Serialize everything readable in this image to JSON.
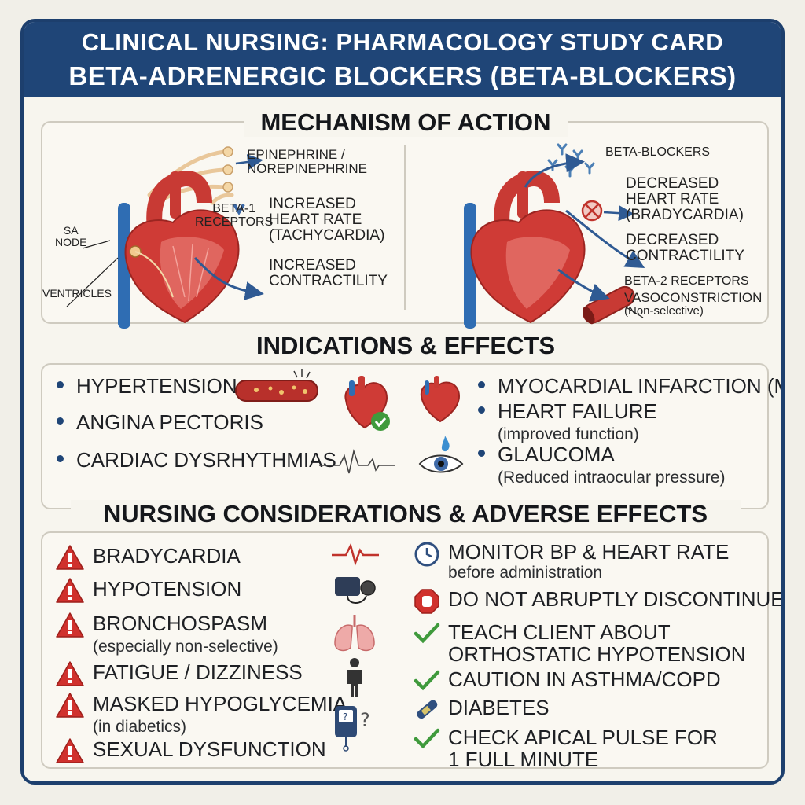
{
  "header": {
    "line1": "CLINICAL NURSING: PHARMACOLOGY STUDY CARD",
    "line2": "BETA-ADRENERGIC BLOCKERS (BETA-BLOCKERS)"
  },
  "mechanism": {
    "title": "MECHANISM OF ACTION",
    "left": {
      "epi_1": "EPINEPHRINE /",
      "epi_2": "NOREPINEPHRINE",
      "beta1_1": "BETA-1",
      "beta1_2": "RECEPTORS",
      "hr_1": "INCREASED",
      "hr_2": "HEART RATE",
      "hr_3": "(TACHYCARDIA)",
      "sa_1": "SA",
      "sa_2": "NODE",
      "contr_1": "INCREASED",
      "contr_2": "CONTRACTILITY",
      "ventricles": "VENTRICLES"
    },
    "right": {
      "bb": "BETA-BLOCKERS",
      "dhr_1": "DECREASED",
      "dhr_2": "HEART RATE",
      "dhr_3": "(BRADYCARDIA)",
      "dcon_1": "DECREASED",
      "dcon_2": "CONTRACTILITY",
      "b2_1": "BETA-2 RECEPTORS",
      "b2_2": "VASOCONSTRICTION",
      "b2_3": "(Non-selective)"
    }
  },
  "indications": {
    "title": "INDICATIONS & EFFECTS",
    "left": [
      "HYPERTENSION",
      "ANGINA PECTORIS",
      "CARDIAC DYSRHYTHMIAS"
    ],
    "right": [
      {
        "main": "MYOCARDIAL INFARCTION (MI)",
        "sub": ""
      },
      {
        "main": "HEART FAILURE",
        "sub": "(improved function)"
      },
      {
        "main": "GLAUCOMA",
        "sub": "(Reduced intraocular pressure)"
      }
    ]
  },
  "nursing": {
    "title": "NURSING CONSIDERATIONS & ADVERSE EFFECTS",
    "adverse": [
      {
        "main": "BRADYCARDIA",
        "sub": ""
      },
      {
        "main": "HYPOTENSION",
        "sub": ""
      },
      {
        "main": "BRONCHOSPASM",
        "sub": "(especially non-selective)"
      },
      {
        "main": "FATIGUE / DIZZINESS",
        "sub": ""
      },
      {
        "main": "MASKED HYPOGLYCEMIA",
        "sub": "(in diabetics)"
      },
      {
        "main": "SEXUAL DYSFUNCTION",
        "sub": ""
      }
    ],
    "actions": [
      {
        "main": "MONITOR BP & HEART RATE",
        "sub": "before administration",
        "icon": "clock-icon"
      },
      {
        "main": "DO NOT ABRUPTLY DISCONTINUE",
        "sub": "",
        "icon": "stop-hand-icon"
      },
      {
        "main": "TEACH CLIENT ABOUT",
        "main2": "ORTHOSTATIC HYPOTENSION",
        "icon": "check-icon"
      },
      {
        "main": "CAUTION IN ASTHMA/COPD",
        "sub": "",
        "icon": "check-icon"
      },
      {
        "main": "DIABETES",
        "sub": "",
        "icon": "insulin-pen-icon"
      },
      {
        "main": "CHECK APICAL PULSE FOR",
        "main2": "1 FULL MINUTE",
        "icon": "check-icon"
      }
    ]
  },
  "colors": {
    "navy": "#1f4577",
    "warning_red": "#d0312d",
    "check_green": "#3f9a3c",
    "heart_red": "#cf3b36"
  }
}
